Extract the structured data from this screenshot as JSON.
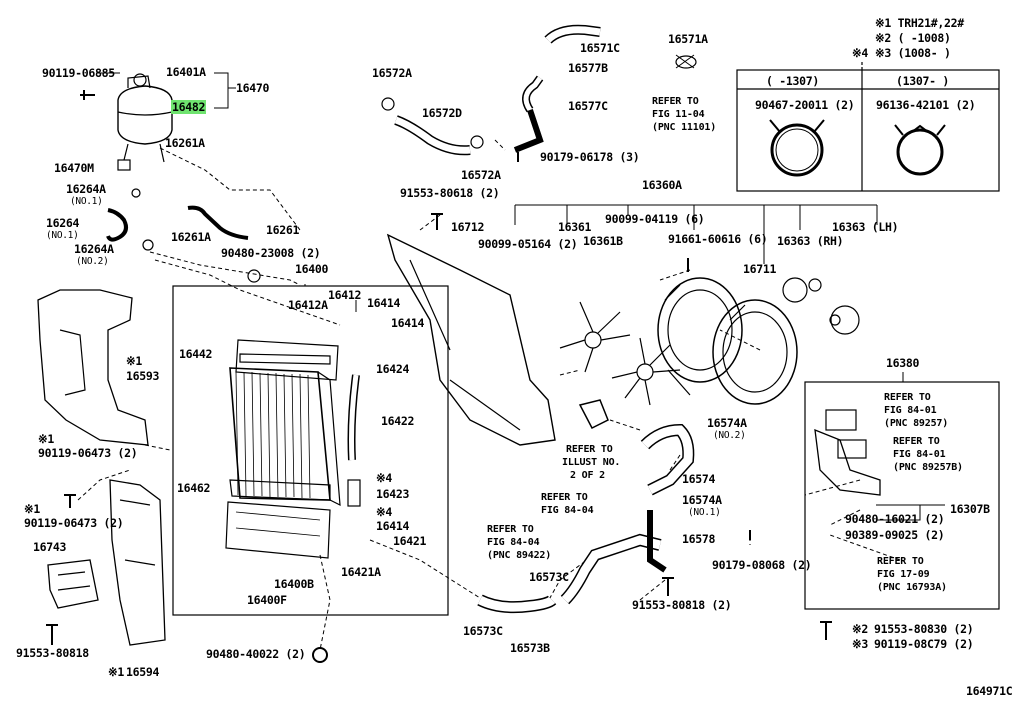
{
  "notes": {
    "n1": "※1 TRH21#,22#",
    "n2": "※2 (       -1008)",
    "n3": "※3 (1008-       )",
    "n4_mark": "※4"
  },
  "clamp_table": {
    "col1_header": "(      -1307)",
    "col2_header": "(1307-      )",
    "col1_part": "90467-20011 (2)",
    "col2_part": "96136-42101 (2)"
  },
  "labels": {
    "p16401A": "16401A",
    "p16470": "16470",
    "p90119_06885": "90119-06885",
    "p16482": "16482",
    "p16261A_top": "16261A",
    "p16470M": "16470M",
    "p16264A_1": "16264A",
    "no1_a": "(NO.1)",
    "p16264": "16264",
    "no1_b": "(NO.1)",
    "p16264A_2": "16264A",
    "no2_a": "(NO.2)",
    "p16261A_mid": "16261A",
    "p16261": "16261",
    "p90480_23008": "90480-23008 (2)",
    "p16400": "16400",
    "p16572A_top": "16572A",
    "p16572D": "16572D",
    "p16572A_bot": "16572A",
    "p16571C": "16571C",
    "p16571A": "16571A",
    "p16577B": "16577B",
    "p16577C": "16577C",
    "p90179_06178": "90179-06178 (3)",
    "ref_11_04_a": "REFER TO",
    "ref_11_04_b": "FIG 11-04",
    "ref_11_04_c": "(PNC 11101)",
    "p16360A": "16360A",
    "p91553_80618": "91553-80618 (2)",
    "p16712": "16712",
    "p16361": "16361",
    "p90099_04119": "90099-04119 (6)",
    "p90099_05164": "90099-05164 (2)",
    "p16361B": "16361B",
    "p91661_60616": "91661-60616 (6)",
    "p16363RH": "16363 (RH)",
    "p16363LH": "16363 (LH)",
    "p16711": "16711",
    "p16412": "16412",
    "p16412A": "16412A",
    "p16414_a": "16414",
    "p16414_b": "16414",
    "p16442": "16442",
    "p16424": "16424",
    "p16593": "16593",
    "n1_16593": "※1",
    "p16422": "16422",
    "n1_a": "※1",
    "p90119_06473_a": "90119-06473 (2)",
    "p16462": "16462",
    "n4_a": "※4",
    "p16423": "16423",
    "n4_b": "※4",
    "p16414_c": "16414",
    "n1_b": "※1",
    "p90119_06473_b": "90119-06473 (2)",
    "p16421": "16421",
    "p16743": "16743",
    "p16400B": "16400B",
    "p16421A": "16421A",
    "p16400F": "16400F",
    "p91553_80818_left": "91553-80818",
    "p90480_40022": "90480-40022 (2)",
    "n1_16594": "※1",
    "p16594": "16594",
    "ref_illust_a": "REFER TO",
    "ref_illust_b": "ILLUST NO.",
    "ref_illust_c": "2 OF 2",
    "p16574A_top": "16574A",
    "no2_b": "(NO.2)",
    "p16574": "16574",
    "p16574A_bot": "16574A",
    "no1_c": "(NO.1)",
    "p16578": "16578",
    "ref_84_04a_a": "REFER TO",
    "ref_84_04a_b": "FIG 84-04",
    "ref_84_04b_a": "REFER TO",
    "ref_84_04b_b": "FIG 84-04",
    "ref_84_04b_c": "(PNC 89422)",
    "p16573C_a": "16573C",
    "p16573C_b": "16573C",
    "p16573B": "16573B",
    "p91553_80818_mid": "91553-80818 (2)",
    "p90179_08068": "90179-08068 (2)",
    "p16380": "16380",
    "ref_84_01a_a": "REFER TO",
    "ref_84_01a_b": "FIG 84-01",
    "ref_84_01a_c": "(PNC 89257)",
    "ref_84_01b_a": "REFER TO",
    "ref_84_01b_b": "FIG 84-01",
    "ref_84_01b_c": "(PNC 89257B)",
    "p16307B": "16307B",
    "p90480_16021": "90480-16021 (2)",
    "p90389_09025": "90389-09025 (2)",
    "ref_17_09_a": "REFER TO",
    "ref_17_09_b": "FIG 17-09",
    "ref_17_09_c": "(PNC 16793A)",
    "n2_bolt": "※2",
    "p91553_80830": "91553-80830 (2)",
    "n3_bolt": "※3",
    "p90119_08C79": "90119-08C79 (2)",
    "fig_id": "164971C"
  },
  "colors": {
    "highlight": "#6fe36f",
    "ink": "#000000"
  }
}
